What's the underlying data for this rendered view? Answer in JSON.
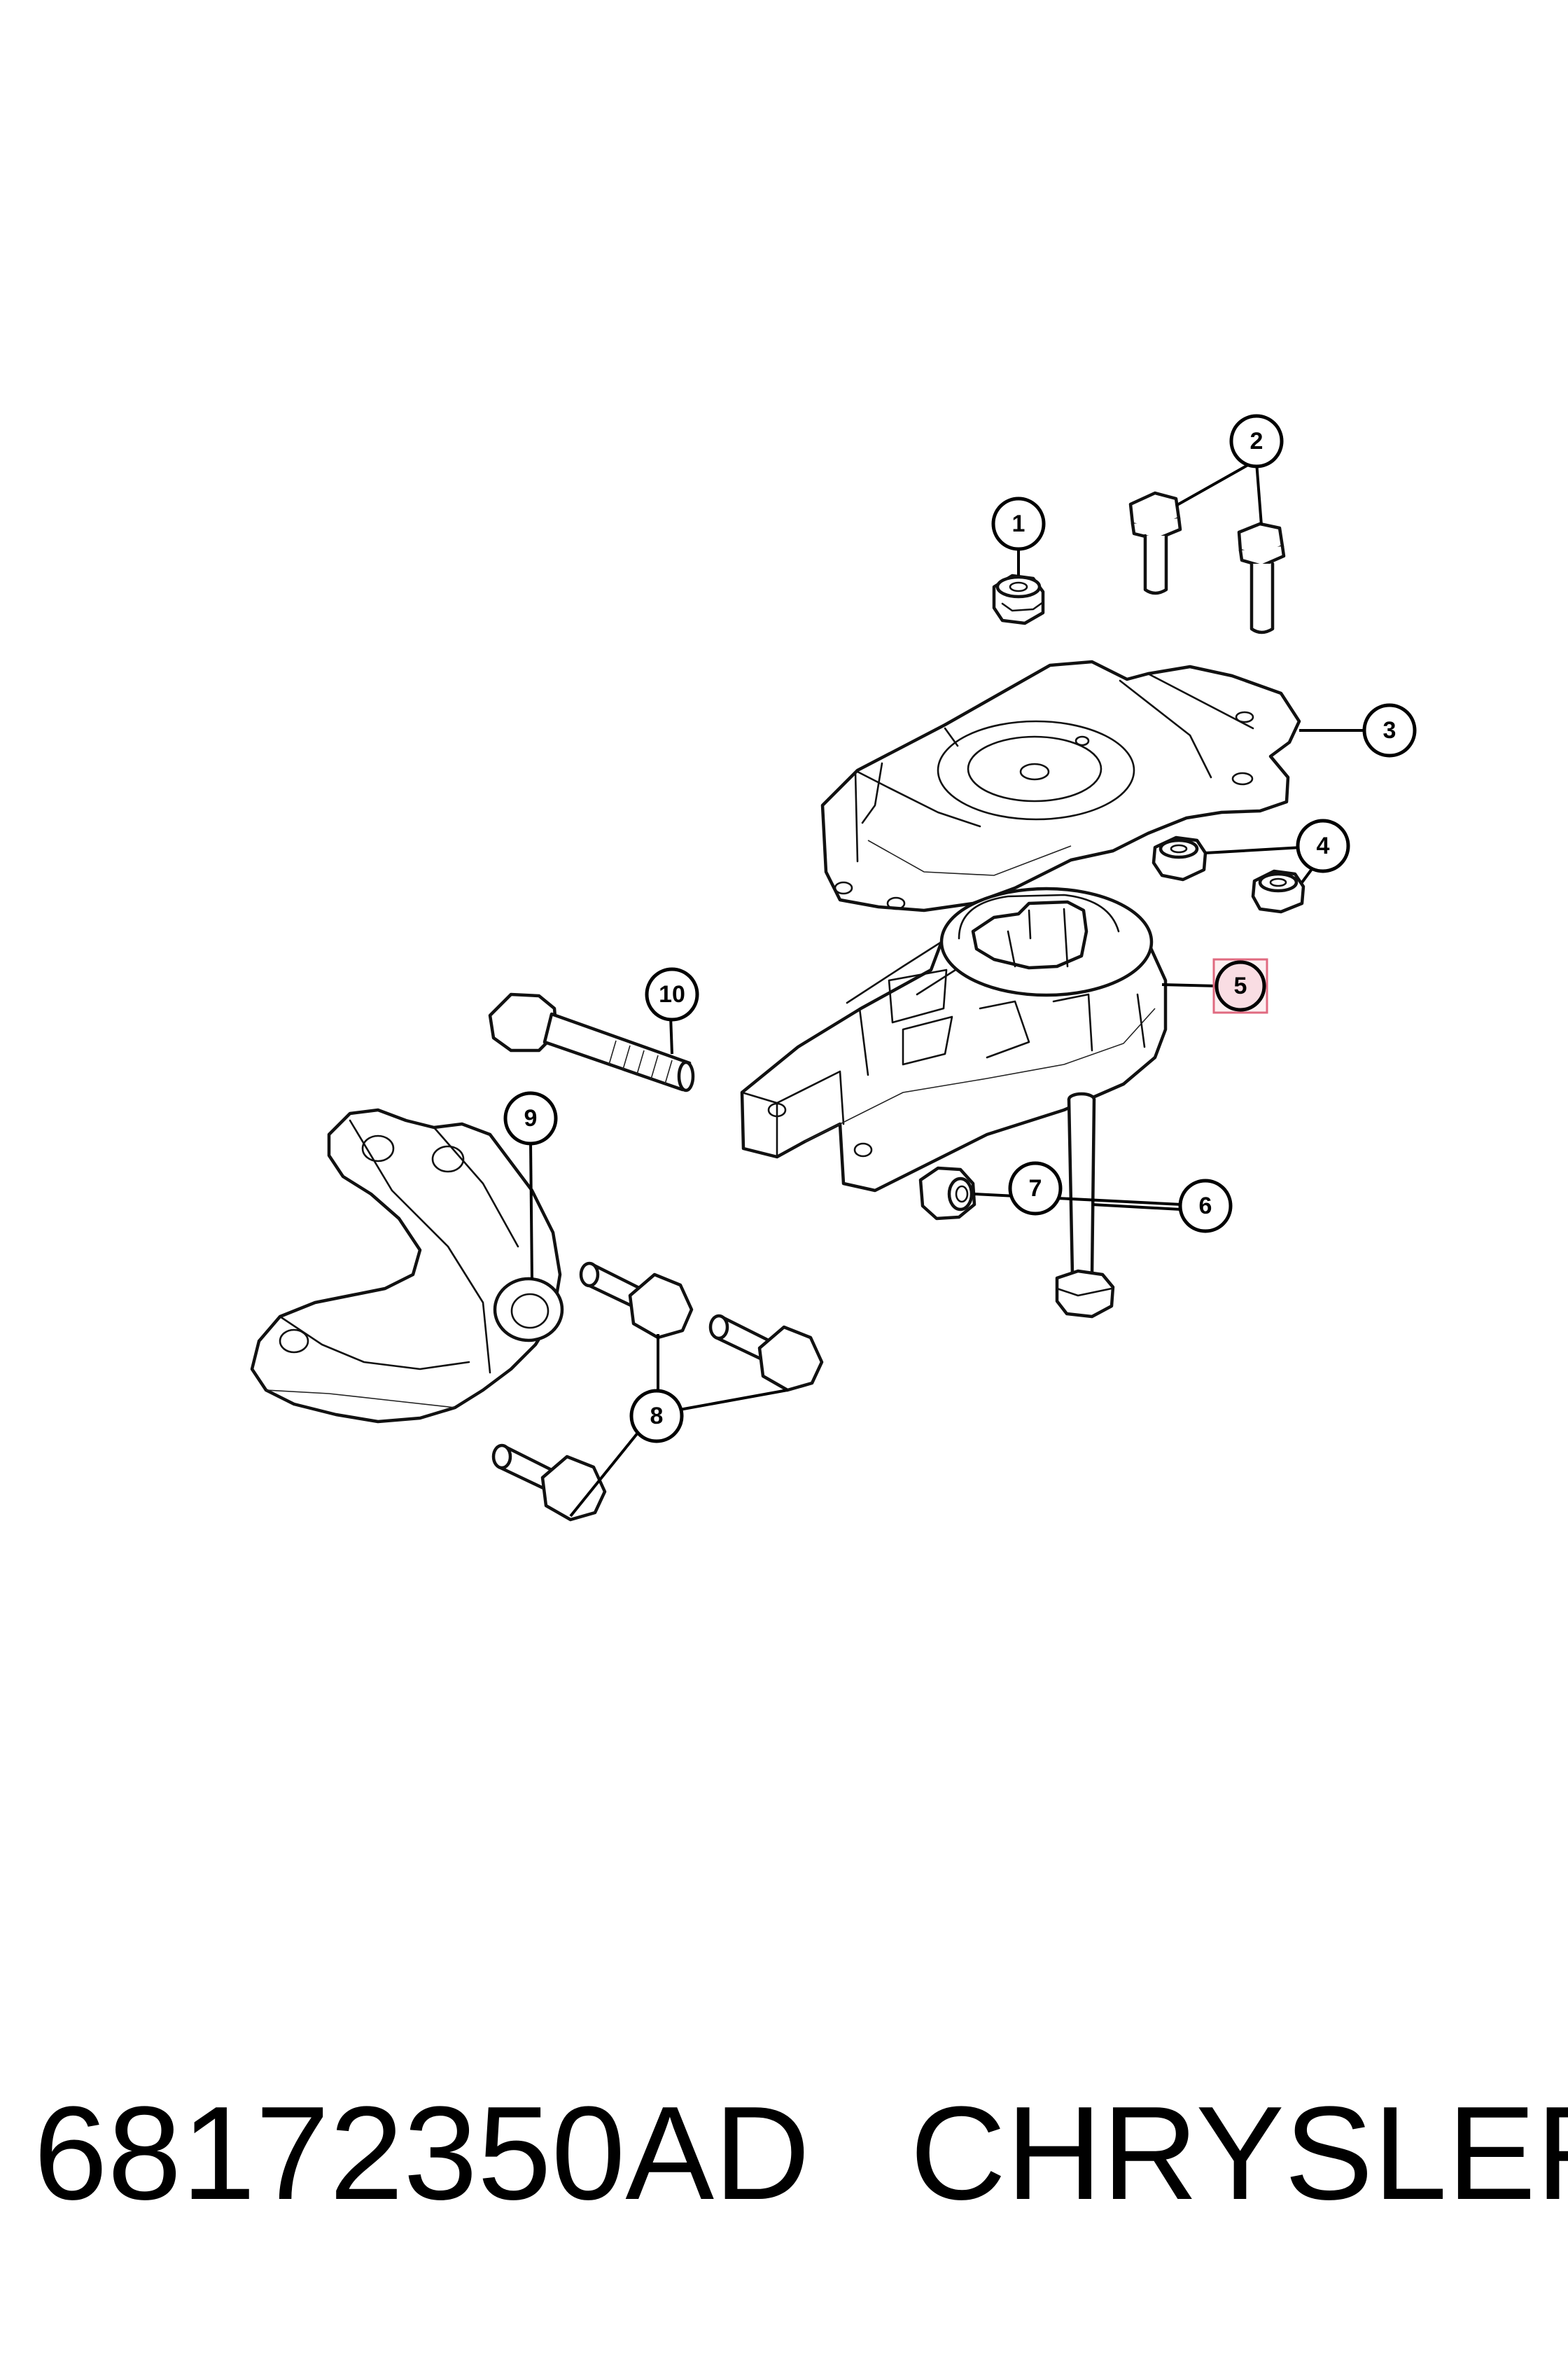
{
  "diagram": {
    "callouts": [
      {
        "id": "1",
        "label": "1"
      },
      {
        "id": "2",
        "label": "2"
      },
      {
        "id": "3",
        "label": "3"
      },
      {
        "id": "4",
        "label": "4"
      },
      {
        "id": "5",
        "label": "5",
        "highlighted": true
      },
      {
        "id": "6",
        "label": "6"
      },
      {
        "id": "7",
        "label": "7"
      },
      {
        "id": "8",
        "label": "8"
      },
      {
        "id": "9",
        "label": "9"
      },
      {
        "id": "10",
        "label": "10"
      }
    ],
    "highlight_color": "#f9dde3"
  },
  "footer": {
    "part_number": "68172350AD",
    "brand": "CHRYSLER"
  }
}
